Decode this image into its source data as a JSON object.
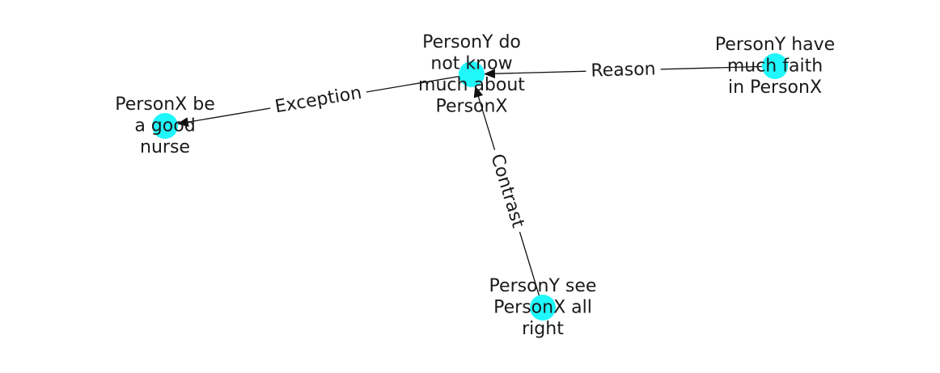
{
  "colors": {
    "node_fill": "#1ff7fb",
    "edge_stroke": "#111111",
    "text": "#1a1a1a",
    "background": "#ffffff"
  },
  "nodes": [
    {
      "id": "n_center",
      "label_lines": [
        "PersonY do",
        "not know",
        "much about",
        "PersonX"
      ]
    },
    {
      "id": "n_left",
      "label_lines": [
        "PersonX be",
        "a good",
        "nurse"
      ]
    },
    {
      "id": "n_right",
      "label_lines": [
        "PersonY have",
        "much faith",
        "in PersonX"
      ]
    },
    {
      "id": "n_bottom",
      "label_lines": [
        "PersonY see",
        "PersonX all",
        "right"
      ]
    }
  ],
  "edges": [
    {
      "from": "n_right",
      "to": "n_center",
      "label": "Reason"
    },
    {
      "from": "n_center",
      "to": "n_left",
      "label": "Exception"
    },
    {
      "from": "n_bottom",
      "to": "n_center",
      "label": "Contrast"
    }
  ]
}
